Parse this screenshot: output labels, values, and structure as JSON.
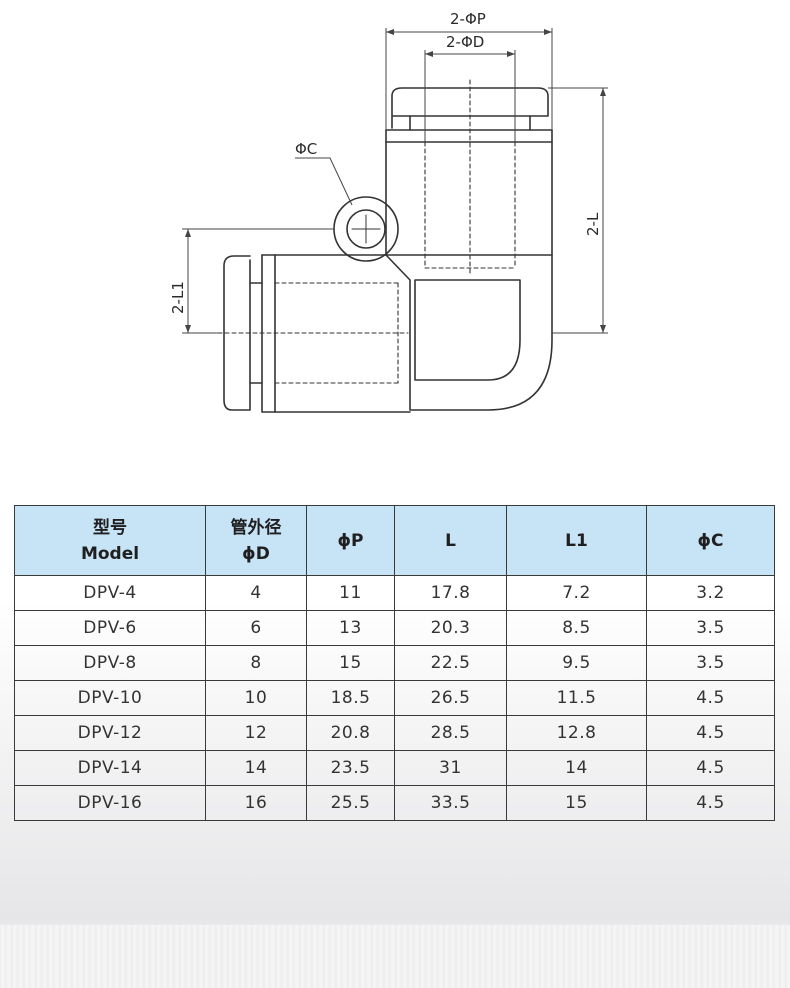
{
  "drawing": {
    "labels": {
      "p": "2-ΦP",
      "d": "2-ΦD",
      "c": "ΦC",
      "l": "2-L",
      "l1": "2-L1"
    }
  },
  "table": {
    "headers": [
      {
        "line1": "型号",
        "line2": "Model"
      },
      {
        "line1": "管外径",
        "line2": "ϕD"
      },
      {
        "line1": "ϕP",
        "line2": ""
      },
      {
        "line1": "L",
        "line2": ""
      },
      {
        "line1": "L1",
        "line2": ""
      },
      {
        "line1": "ϕC",
        "line2": ""
      }
    ],
    "rows": [
      [
        "DPV-4",
        "4",
        "11",
        "17.8",
        "7.2",
        "3.2"
      ],
      [
        "DPV-6",
        "6",
        "13",
        "20.3",
        "8.5",
        "3.5"
      ],
      [
        "DPV-8",
        "8",
        "15",
        "22.5",
        "9.5",
        "3.5"
      ],
      [
        "DPV-10",
        "10",
        "18.5",
        "26.5",
        "11.5",
        "4.5"
      ],
      [
        "DPV-12",
        "12",
        "20.8",
        "28.5",
        "12.8",
        "4.5"
      ],
      [
        "DPV-14",
        "14",
        "23.5",
        "31",
        "14",
        "4.5"
      ],
      [
        "DPV-16",
        "16",
        "25.5",
        "33.5",
        "15",
        "4.5"
      ]
    ]
  }
}
